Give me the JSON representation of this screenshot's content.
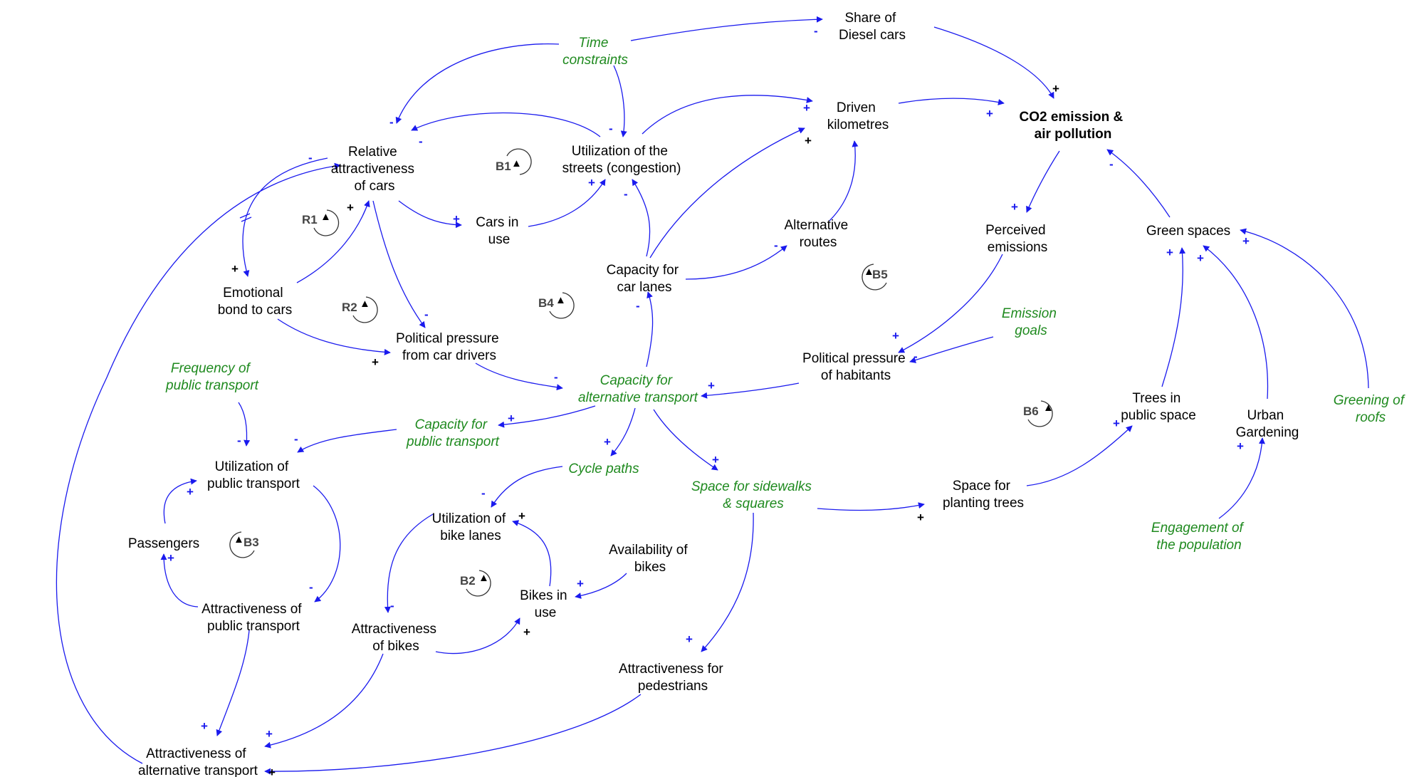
{
  "nodes": {
    "share_diesel": [
      "Share of",
      "Diesel cars"
    ],
    "time_constraints": [
      "Time",
      "constraints"
    ],
    "driven_km": [
      "Driven",
      "kilometres"
    ],
    "co2": [
      "CO2 emission &",
      "air pollution"
    ],
    "relative_attr": [
      "Relative",
      "attractiveness",
      "of cars"
    ],
    "utilization_streets": [
      "Utilization of the",
      "streets (congestion)"
    ],
    "cars_in_use": [
      "Cars in",
      "use"
    ],
    "alternative_routes": [
      "Alternative",
      "routes"
    ],
    "perceived_emissions": [
      "Perceived",
      "emissions"
    ],
    "green_spaces": [
      "Green spaces"
    ],
    "capacity_car_lanes": [
      "Capacity for",
      "car lanes"
    ],
    "emotional_bond": [
      "Emotional",
      "bond to cars"
    ],
    "political_car": [
      "Political pressure",
      "from car drivers"
    ],
    "emission_goals": [
      "Emission",
      "goals"
    ],
    "political_hab": [
      "Political pressure",
      "of habitants"
    ],
    "frequency_pt": [
      "Frequency of",
      "public transport"
    ],
    "capacity_alt": [
      "Capacity for",
      "alternative transport"
    ],
    "trees_public": [
      "Trees in",
      "public space"
    ],
    "urban_gardening": [
      "Urban",
      "Gardening"
    ],
    "greening_roofs": [
      "Greening of",
      "roofs"
    ],
    "capacity_pt": [
      "Capacity for",
      "public transport"
    ],
    "utilization_pt": [
      "Utilization of",
      "public transport"
    ],
    "cycle_paths": [
      "Cycle paths"
    ],
    "space_sidewalks": [
      "Space for sidewalks",
      "& squares"
    ],
    "space_trees": [
      "Space for",
      "planting trees"
    ],
    "utilization_bike": [
      "Utilization of",
      "bike lanes"
    ],
    "passengers": [
      "Passengers"
    ],
    "availability_bikes": [
      "Availability of",
      "bikes"
    ],
    "bikes_in_use": [
      "Bikes in",
      "use"
    ],
    "engagement": [
      "Engagement of",
      "the population"
    ],
    "attr_pt": [
      "Attractiveness of",
      "public transport"
    ],
    "attr_bikes": [
      "Attractiveness",
      "of bikes"
    ],
    "attr_pedestrians": [
      "Attractiveness for",
      "pedestrians"
    ],
    "attr_alt": [
      "Attractiveness of",
      "alternative transport"
    ]
  },
  "loops": {
    "B1": "B1",
    "R1": "R1",
    "R2": "R2",
    "B4": "B4",
    "B5": "B5",
    "B6": "B6",
    "B3": "B3",
    "B2": "B2"
  },
  "polarity": {
    "plus": "+",
    "minus": "-"
  },
  "loop_arrow_glyph": "▲",
  "colors": {
    "link": "#1a1aee",
    "variable_text": "#000000",
    "policy_text": "#1f8a1f",
    "polarity_blue": "#1a1aee",
    "polarity_black": "#000000",
    "loop_marker": "#333333"
  }
}
